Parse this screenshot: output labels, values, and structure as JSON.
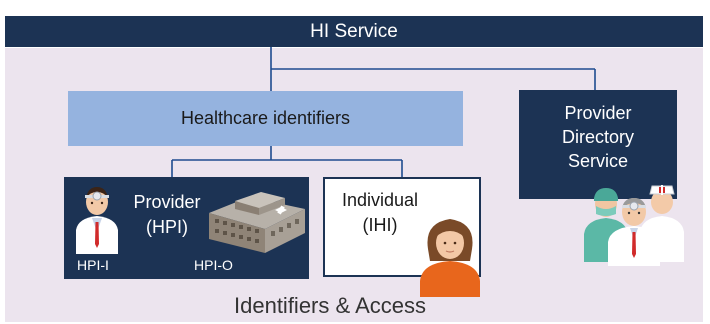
{
  "colors": {
    "navy": "#1c3354",
    "light_blue": "#95b3df",
    "panel_bg": "#ece4ee",
    "connector": "#1e4b8f"
  },
  "header": {
    "title": "HI Service"
  },
  "healthcare_identifiers": {
    "label": "Healthcare identifiers"
  },
  "provider_directory": {
    "lines": [
      "Provider",
      "Directory",
      "Service"
    ]
  },
  "provider": {
    "lines": [
      "Provider",
      "(HPI)"
    ],
    "tags": {
      "individual": "HPI-I",
      "organisation": "HPI-O"
    }
  },
  "individual": {
    "lines": [
      "Individual",
      "(IHI)"
    ]
  },
  "footer": {
    "title": "Identifiers & Access"
  },
  "icons": [
    "doctor-icon",
    "hospital-building-icon",
    "patient-woman-icon",
    "medical-staff-group-icon"
  ]
}
